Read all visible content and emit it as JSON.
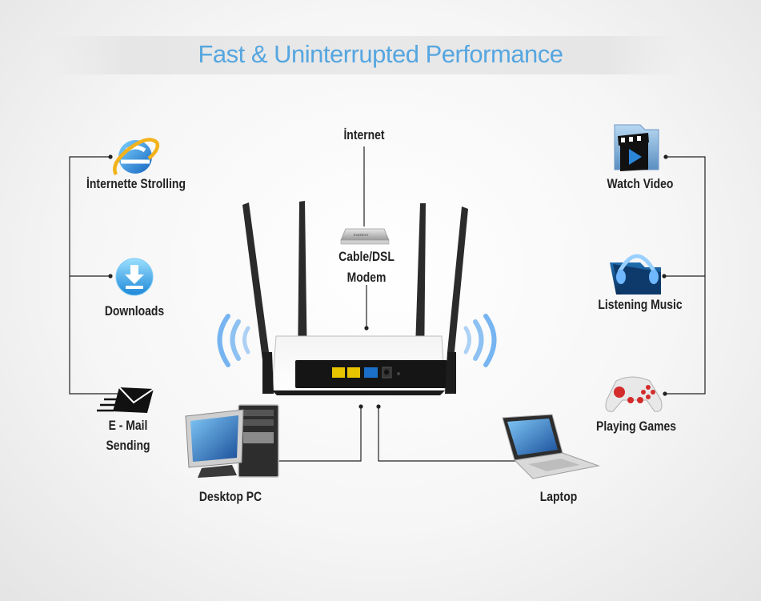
{
  "header": {
    "title": "Fast & Uninterrupted Performance"
  },
  "labels": {
    "internet": "İnternet",
    "modem": [
      "Cable/DSL",
      "Modem"
    ],
    "browsing": "İnternette Strolling",
    "downloads": "Downloads",
    "email": [
      "E - Mail",
      "Sending"
    ],
    "desktop": "Desktop PC",
    "laptop": "Laptop",
    "video": "Watch Video",
    "music": "Listening Music",
    "games": "Playing Games"
  },
  "colors": {
    "accent": "#56a6e0",
    "line": "#222222",
    "wifi": "#5ea8ee",
    "router_body": "#ffffff",
    "antenna": "#2b2b2b",
    "lan_port": "#e8c300",
    "wan_port": "#1c6fc8"
  },
  "icons": [
    "ie-browser-icon",
    "download-icon",
    "email-icon",
    "video-folder-icon",
    "music-folder-icon",
    "gamepad-icon",
    "modem-icon",
    "router-icon",
    "desktop-pc-icon",
    "laptop-icon",
    "wifi-signal-icon"
  ]
}
